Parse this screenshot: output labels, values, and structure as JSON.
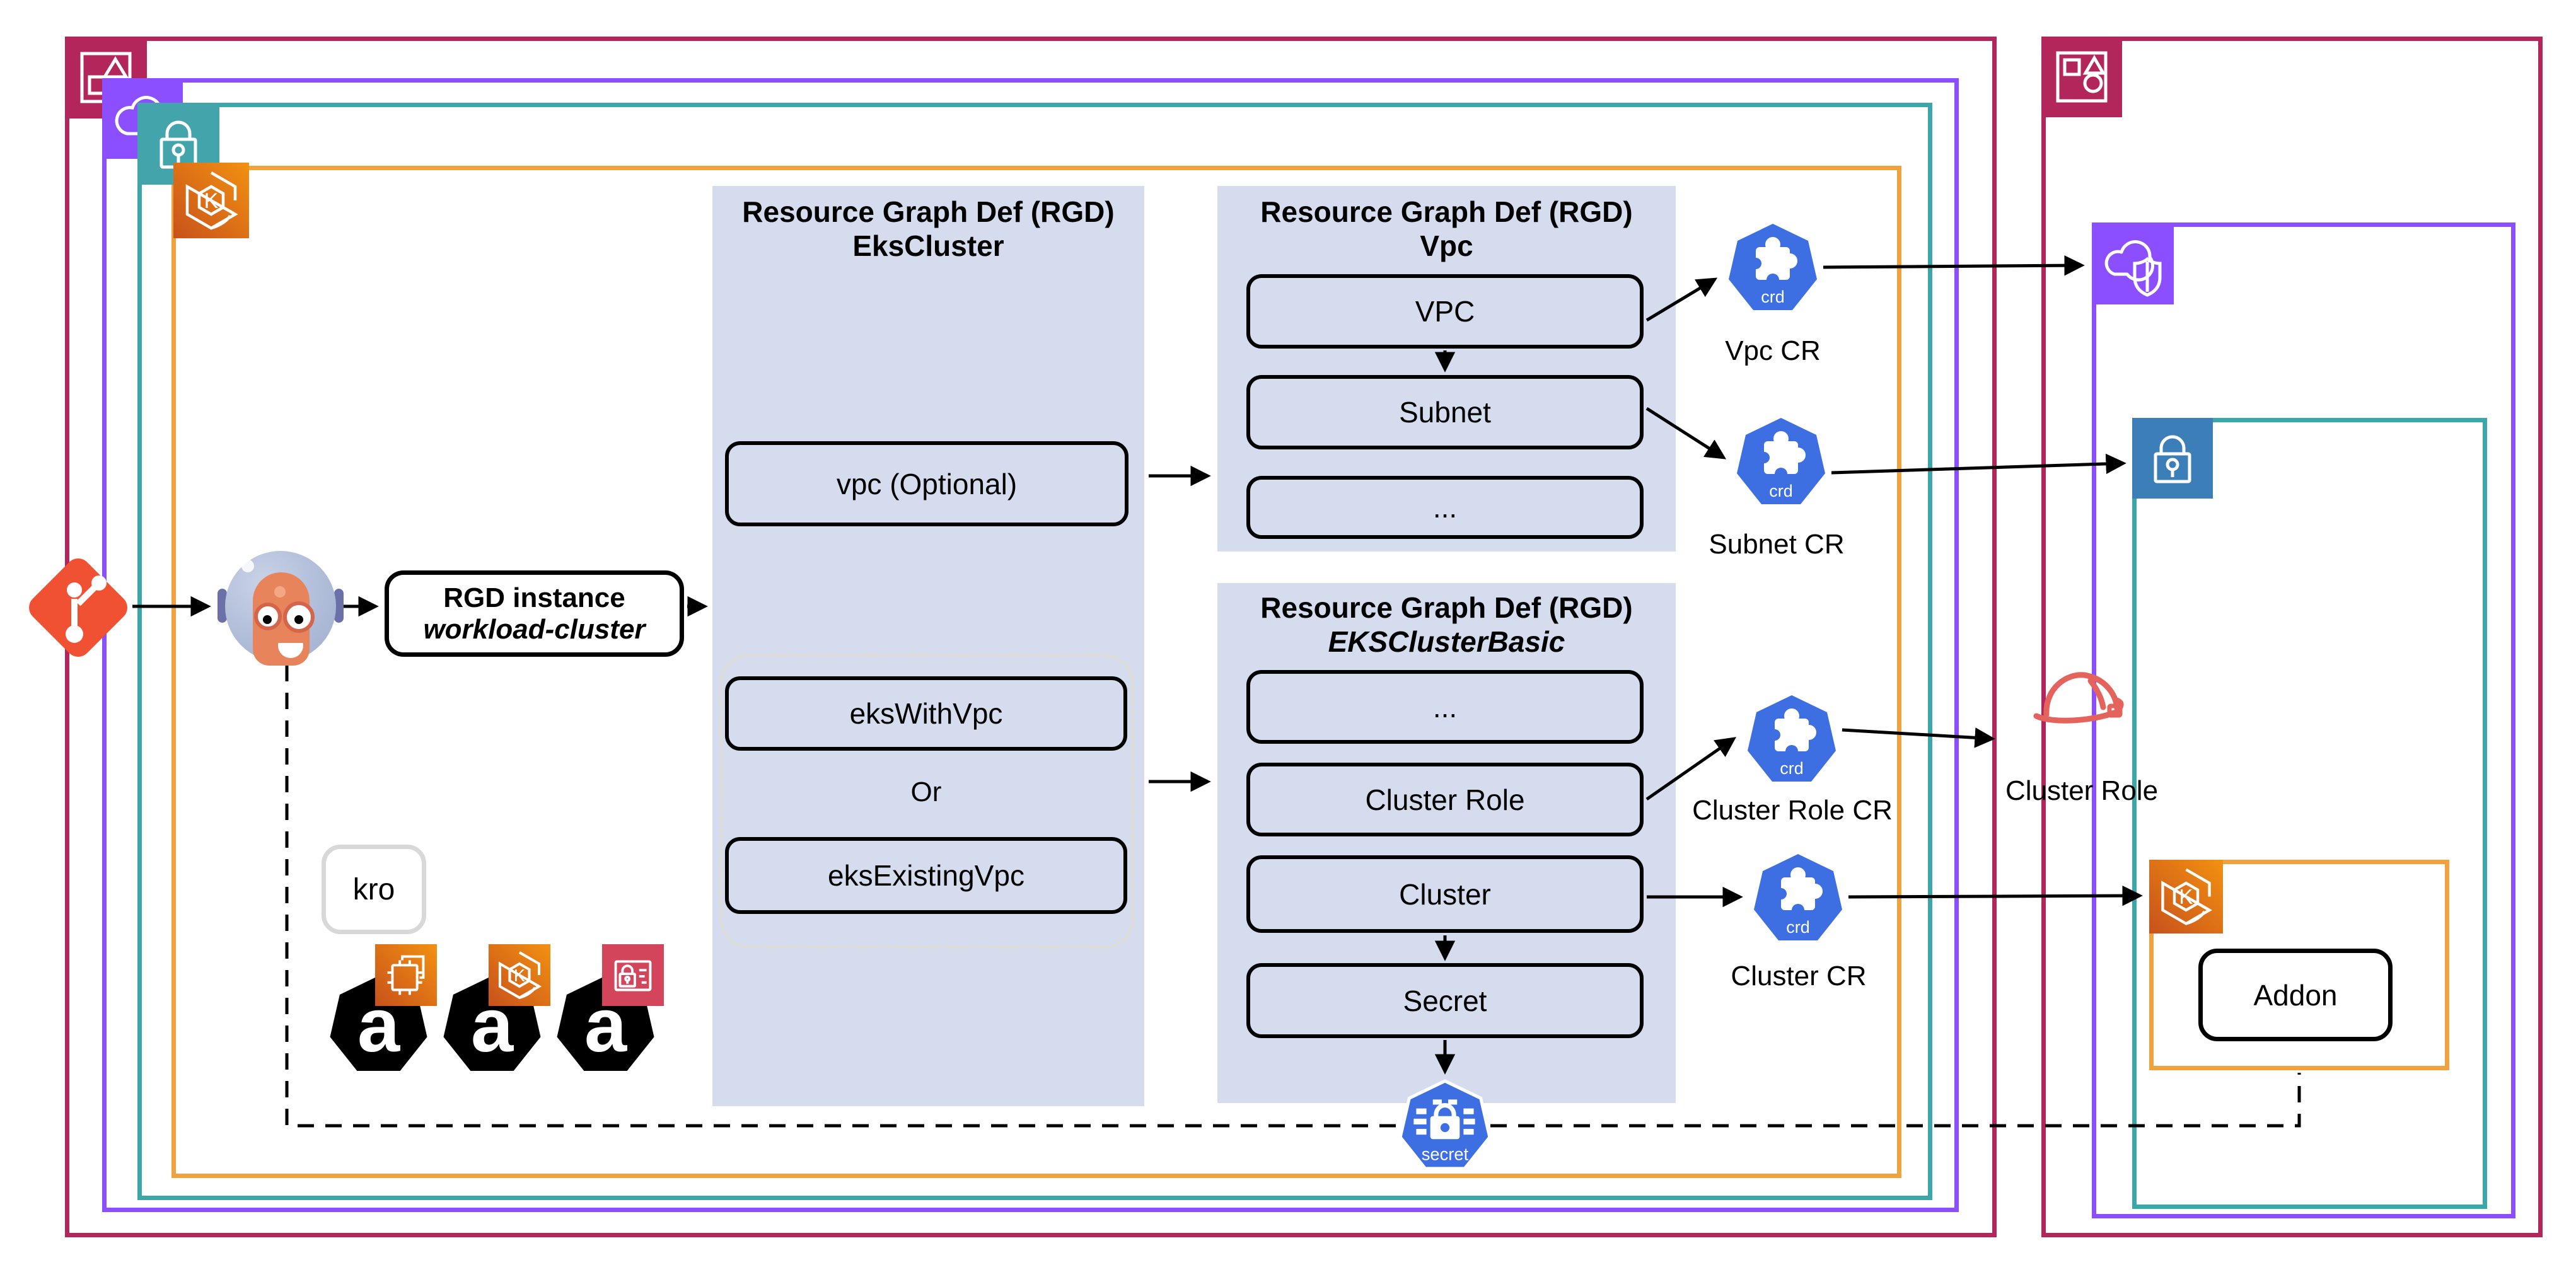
{
  "colors": {
    "maroon": "#B2265C",
    "purple": "#8C4FFF",
    "teal": "#3BA7A9",
    "orange_border": "#F0A23F",
    "blue_badge": "#3C7FB8",
    "crd_blue": "#3D6FE3",
    "panel_bg": "#D4DCEE",
    "git_red": "#F05133",
    "hat_red": "#E4635C",
    "iam_red": "#D2455B",
    "black": "#000000"
  },
  "icons": {
    "crd_label": "crd",
    "secret_label": "secret",
    "ack_label": "a",
    "eks_letter": "K"
  },
  "nodes": {
    "rgd_instance": {
      "title": "RGD instance",
      "subtitle": "workload-cluster"
    },
    "kro_label": "kro"
  },
  "panels": {
    "ekscluster": {
      "title_line1": "Resource Graph Def (RGD)",
      "title_line2": "EksCluster",
      "vpc_optional": "vpc (Optional)",
      "eks_with_vpc": "eksWithVpc",
      "or_label": "Or",
      "eks_existing_vpc": "eksExistingVpc"
    },
    "vpc": {
      "title_line1": "Resource Graph Def (RGD)",
      "title_line2": "Vpc",
      "boxes": [
        "VPC",
        "Subnet",
        "..."
      ]
    },
    "eksclusterbasic": {
      "title_line1": "Resource Graph Def (RGD)",
      "title_line2": "EKSClusterBasic",
      "boxes": [
        "...",
        "Cluster Role",
        "Cluster",
        "Secret"
      ]
    }
  },
  "crs": {
    "vpc_cr": "Vpc CR",
    "subnet_cr": "Subnet CR",
    "cluster_role_cr": "Cluster Role CR",
    "cluster_cr": "Cluster CR"
  },
  "right_group": {
    "cluster_role_label": "Cluster Role",
    "addon_label": "Addon"
  }
}
